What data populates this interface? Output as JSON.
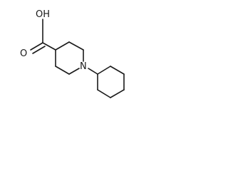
{
  "molecule": {
    "labels": {
      "hydroxyl": "OH",
      "carbonyl_oxygen": "O",
      "ring_nitrogen": "N"
    }
  }
}
